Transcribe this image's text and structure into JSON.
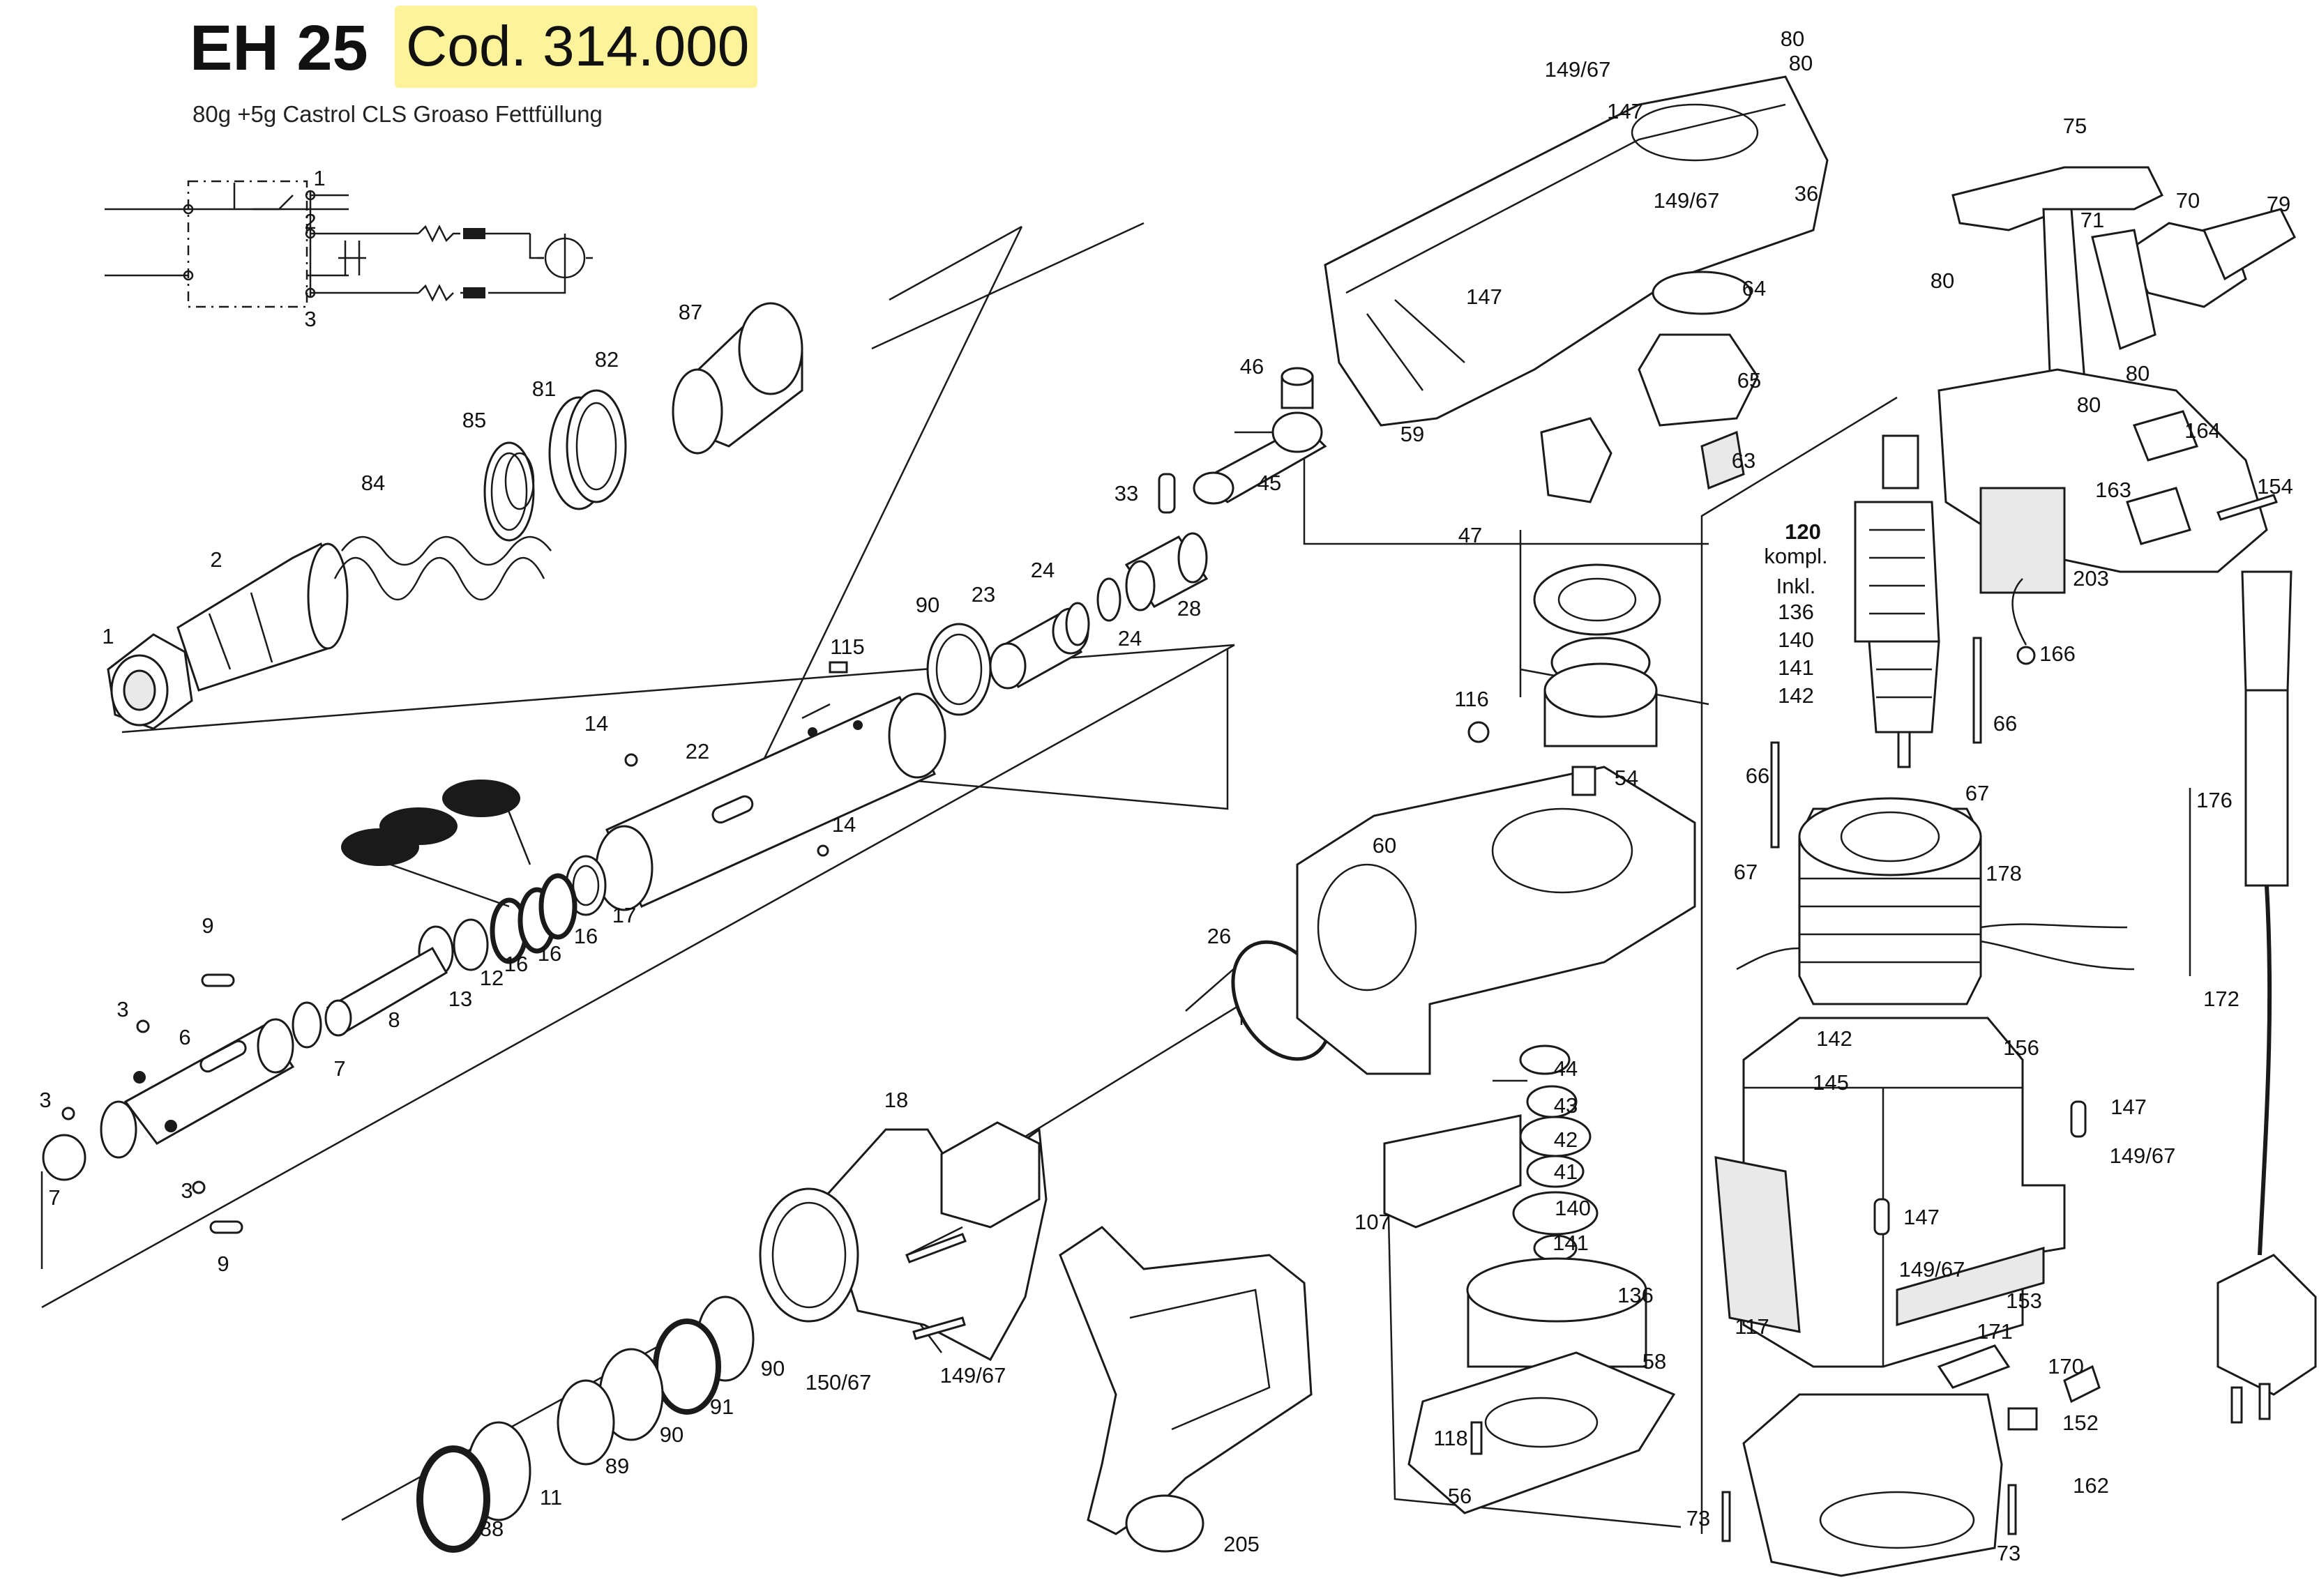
{
  "header": {
    "model": "EH 25",
    "code": "Cod. 314.000",
    "note": "80g +5g Castrol CLS Groaso Fettfüllung",
    "highlight_color": "#fdf39a"
  },
  "inset": {
    "terminals": [
      "1",
      "2",
      "3"
    ]
  },
  "callouts": [
    {
      "id": "c1",
      "text": "1"
    },
    {
      "id": "c2",
      "text": "2"
    },
    {
      "id": "c87",
      "text": "87"
    },
    {
      "id": "c82",
      "text": "82"
    },
    {
      "id": "c81",
      "text": "81"
    },
    {
      "id": "c85",
      "text": "85"
    },
    {
      "id": "c84",
      "text": "84"
    },
    {
      "id": "c14a",
      "text": "14"
    },
    {
      "id": "c22",
      "text": "22"
    },
    {
      "id": "c115",
      "text": "115"
    },
    {
      "id": "c90a",
      "text": "90"
    },
    {
      "id": "c23",
      "text": "23"
    },
    {
      "id": "c24a",
      "text": "24"
    },
    {
      "id": "c24b",
      "text": "24"
    },
    {
      "id": "c28",
      "text": "28"
    },
    {
      "id": "c33",
      "text": "33"
    },
    {
      "id": "c45",
      "text": "45"
    },
    {
      "id": "c46",
      "text": "46"
    },
    {
      "id": "c14b",
      "text": "14"
    },
    {
      "id": "c17",
      "text": "17"
    },
    {
      "id": "c16a",
      "text": "16"
    },
    {
      "id": "c16b",
      "text": "16"
    },
    {
      "id": "c16c",
      "text": "16"
    },
    {
      "id": "c12",
      "text": "12"
    },
    {
      "id": "c13",
      "text": "13"
    },
    {
      "id": "c8",
      "text": "8"
    },
    {
      "id": "c7a",
      "text": "7"
    },
    {
      "id": "c9a",
      "text": "9"
    },
    {
      "id": "c3a",
      "text": "3"
    },
    {
      "id": "c6",
      "text": "6"
    },
    {
      "id": "c3b",
      "text": "3"
    },
    {
      "id": "c3c",
      "text": "3"
    },
    {
      "id": "c7b",
      "text": "7"
    },
    {
      "id": "c9b",
      "text": "9"
    },
    {
      "id": "c26",
      "text": "26"
    },
    {
      "id": "c18",
      "text": "18"
    },
    {
      "id": "c90b",
      "text": "90"
    },
    {
      "id": "c91",
      "text": "91"
    },
    {
      "id": "c90c",
      "text": "90"
    },
    {
      "id": "c89",
      "text": "89"
    },
    {
      "id": "c11",
      "text": "11"
    },
    {
      "id": "c88",
      "text": "88"
    },
    {
      "id": "c150",
      "text": "150/67"
    },
    {
      "id": "c149a",
      "text": "149/67"
    },
    {
      "id": "c205",
      "text": "205"
    },
    {
      "id": "c149b",
      "text": "149/67"
    },
    {
      "id": "c80a",
      "text": "80"
    },
    {
      "id": "c80b",
      "text": "80"
    },
    {
      "id": "c147a",
      "text": "147"
    },
    {
      "id": "c149c",
      "text": "149/67"
    },
    {
      "id": "c36",
      "text": "36"
    },
    {
      "id": "c147b",
      "text": "147"
    },
    {
      "id": "c64",
      "text": "64"
    },
    {
      "id": "c65",
      "text": "65"
    },
    {
      "id": "c59",
      "text": "59"
    },
    {
      "id": "c63",
      "text": "63"
    },
    {
      "id": "c47",
      "text": "47"
    },
    {
      "id": "c116",
      "text": "116"
    },
    {
      "id": "c54",
      "text": "54"
    },
    {
      "id": "c60",
      "text": "60"
    },
    {
      "id": "c44",
      "text": "44"
    },
    {
      "id": "c43",
      "text": "43"
    },
    {
      "id": "c42",
      "text": "42"
    },
    {
      "id": "c41",
      "text": "41"
    },
    {
      "id": "c140a",
      "text": "140"
    },
    {
      "id": "c141a",
      "text": "141"
    },
    {
      "id": "c107",
      "text": "107"
    },
    {
      "id": "c136",
      "text": "136"
    },
    {
      "id": "c58",
      "text": "58"
    },
    {
      "id": "c118",
      "text": "118"
    },
    {
      "id": "c56",
      "text": "56"
    },
    {
      "id": "c120",
      "text": "120"
    },
    {
      "id": "ckompl",
      "text": "kompl."
    },
    {
      "id": "cinkl",
      "text": "Inkl."
    },
    {
      "id": "c136b",
      "text": "136"
    },
    {
      "id": "c140b",
      "text": "140"
    },
    {
      "id": "c141b",
      "text": "141"
    },
    {
      "id": "c142a",
      "text": "142"
    },
    {
      "id": "c66a",
      "text": "66"
    },
    {
      "id": "c66b",
      "text": "66"
    },
    {
      "id": "c67a",
      "text": "67"
    },
    {
      "id": "c67b",
      "text": "67"
    },
    {
      "id": "c178",
      "text": "178"
    },
    {
      "id": "c142b",
      "text": "142"
    },
    {
      "id": "c145",
      "text": "145"
    },
    {
      "id": "c156",
      "text": "156"
    },
    {
      "id": "c147c",
      "text": "147"
    },
    {
      "id": "c149d",
      "text": "149/67"
    },
    {
      "id": "c147d",
      "text": "147"
    },
    {
      "id": "c149e",
      "text": "149/67"
    },
    {
      "id": "c153",
      "text": "153"
    },
    {
      "id": "c117",
      "text": "117"
    },
    {
      "id": "c171",
      "text": "171"
    },
    {
      "id": "c170",
      "text": "170"
    },
    {
      "id": "c152",
      "text": "152"
    },
    {
      "id": "c162",
      "text": "162"
    },
    {
      "id": "c73a",
      "text": "73"
    },
    {
      "id": "c73b",
      "text": "73"
    },
    {
      "id": "c75",
      "text": "75"
    },
    {
      "id": "c70",
      "text": "70"
    },
    {
      "id": "c79",
      "text": "79"
    },
    {
      "id": "c71",
      "text": "71"
    },
    {
      "id": "c80c",
      "text": "80"
    },
    {
      "id": "c80d",
      "text": "80"
    },
    {
      "id": "c80e",
      "text": "80"
    },
    {
      "id": "c164",
      "text": "164"
    },
    {
      "id": "c163",
      "text": "163"
    },
    {
      "id": "c154",
      "text": "154"
    },
    {
      "id": "c203",
      "text": "203"
    },
    {
      "id": "c166",
      "text": "166"
    },
    {
      "id": "c176",
      "text": "176"
    },
    {
      "id": "c172",
      "text": "172"
    }
  ]
}
